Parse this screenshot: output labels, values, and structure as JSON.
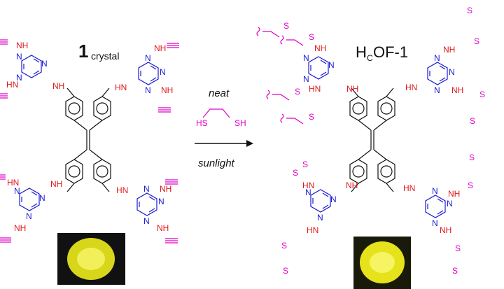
{
  "reactant": {
    "label_bold": "1",
    "label_sub": "crystal"
  },
  "product": {
    "label": "H",
    "label_sub": "C",
    "label_rest": "OF-1"
  },
  "arrow": {
    "above": "neat",
    "below": "sunlight",
    "reagent_left": "HS",
    "reagent_right": "SH"
  },
  "atoms": {
    "nh": "NH",
    "n": "N",
    "hn": "HN",
    "s": "S"
  },
  "colors": {
    "skeleton": "#111111",
    "triazine": "#1a1ad6",
    "amine": "#e0181c",
    "thioether": "#e000c8",
    "crystal": "#e4e21a"
  }
}
